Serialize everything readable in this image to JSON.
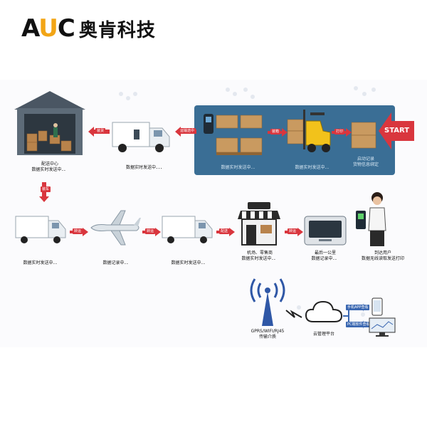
{
  "brand": {
    "logo_letters": "AUC",
    "name": "奥肯科技",
    "colors": {
      "accent": "#f2a516",
      "panel": "#3a6e95",
      "arrow": "#d9363e"
    }
  },
  "start_label": "START",
  "captions": {
    "warehouse": "配送中心\n数据实时发送中．．",
    "truck1": "数据实时发送中．．．",
    "panel_pallets": "数据实时发送中．．",
    "panel_forklift": "数据实时发送中．．",
    "panel_boxes": "启动记录\n货物信息绑定",
    "truck2": "数据实时发送中．．",
    "plane": "数据记录中．．",
    "truck3": "数据实时发送中．．",
    "shop": "机场、零售商\n数据实时发送中．．",
    "fridge": "最后一公里\n数据记录中．．",
    "person": "到达用户\n数据无线读取发送打印",
    "tower": "GPRS/WIFI/RJ45\n传输介质",
    "cloud": "云管理平台"
  },
  "tags": {
    "a1": "装货",
    "a2": "运输途中",
    "a3": "装箱",
    "a4": "打印",
    "down": "装车",
    "b1": "转运",
    "b2": "转运",
    "b3": "配送",
    "b4": "转运",
    "phone": "手机APP查看",
    "pc": "PC端软件查看"
  },
  "icons": [
    "warehouse-icon",
    "truck-icon",
    "pallet-icon",
    "forklift-icon",
    "start-arrow-icon",
    "plane-icon",
    "shop-icon",
    "fridge-icon",
    "person-icon",
    "tower-icon",
    "cloud-icon",
    "phone-icon",
    "monitor-icon"
  ]
}
